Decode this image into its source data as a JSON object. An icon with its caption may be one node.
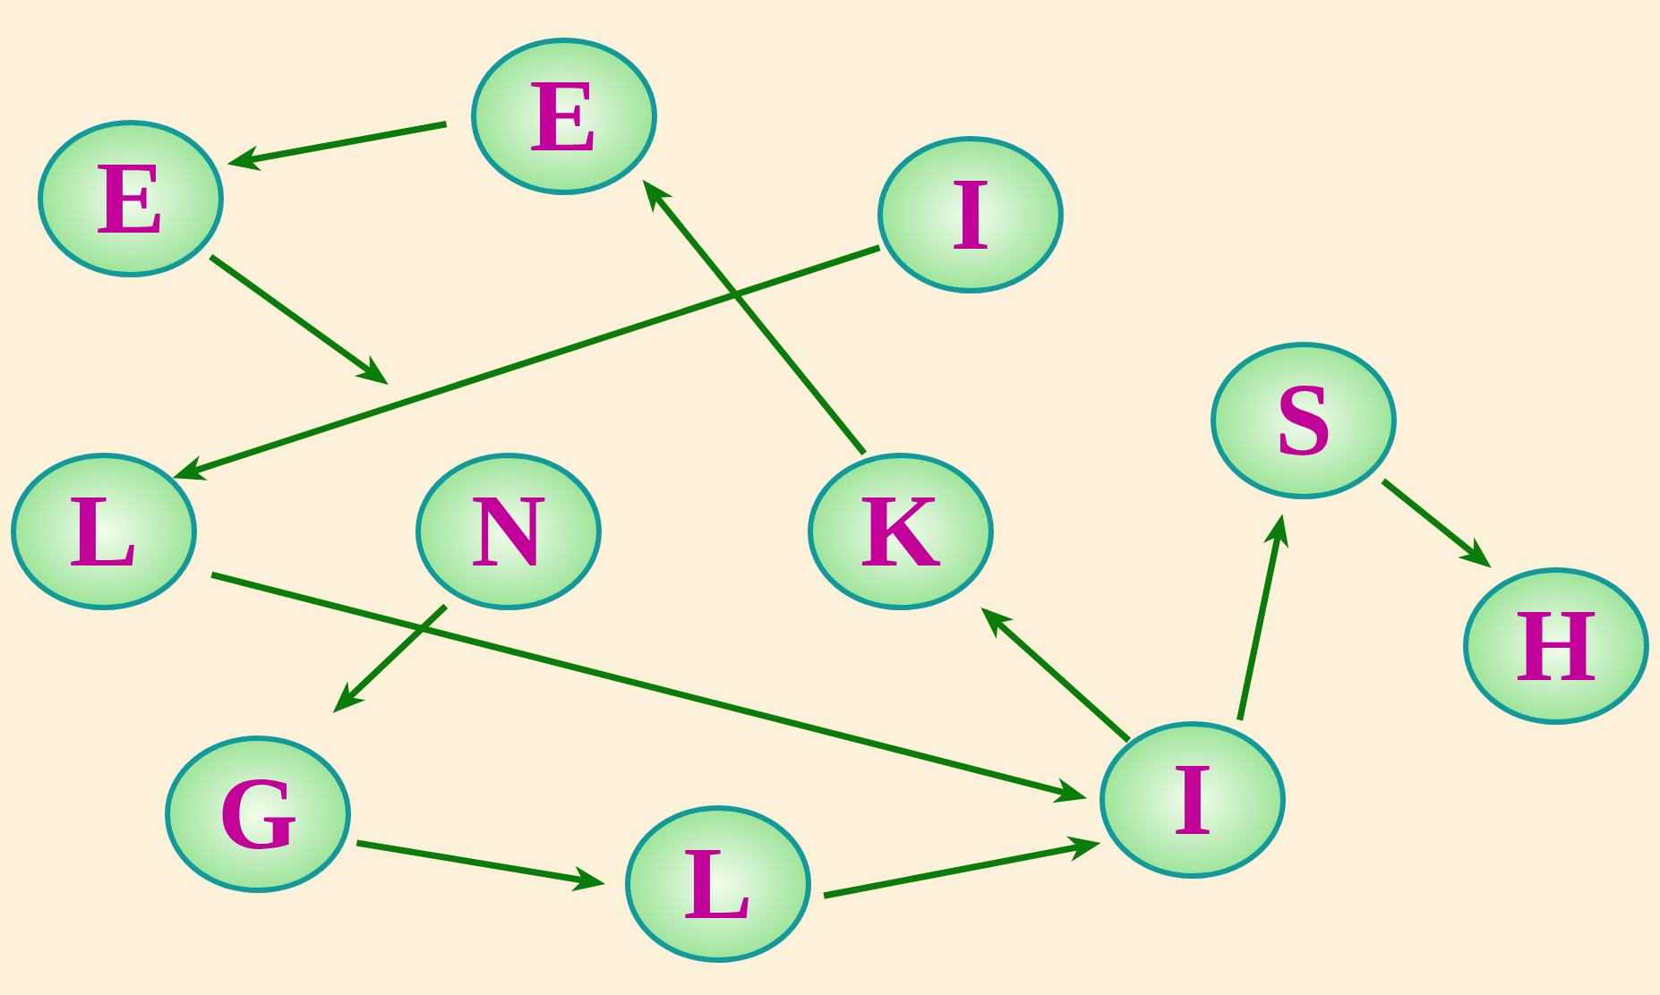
{
  "diagram": {
    "nodes": [
      {
        "text": [
          "E"
        ]
      },
      {
        "text": [
          "E"
        ]
      },
      {
        "text": [
          "I"
        ]
      },
      {
        "text": [
          "L"
        ]
      },
      {
        "text": [
          "N"
        ]
      },
      {
        "text": [
          "K"
        ]
      },
      {
        "text": [
          "S"
        ]
      },
      {
        "text": [
          "H"
        ]
      },
      {
        "text": [
          "G"
        ]
      },
      {
        "text": [
          "L"
        ]
      },
      {
        "text": [
          "I"
        ]
      }
    ],
    "edges": [
      {
        "from": 1,
        "to": 0,
        "arrow": "to"
      },
      {
        "from": 0,
        "to": null,
        "arrow": "to"
      },
      {
        "from": 2,
        "to": 3,
        "arrow": "to"
      },
      {
        "from": 5,
        "to": 1,
        "arrow": "to"
      },
      {
        "from": 3,
        "to": 10,
        "arrow": "to"
      },
      {
        "from": 4,
        "to": 8,
        "arrow": "to"
      },
      {
        "from": 8,
        "to": 9,
        "arrow": "to"
      },
      {
        "from": 9,
        "to": 10,
        "arrow": "to"
      },
      {
        "from": 10,
        "to": 5,
        "arrow": "to"
      },
      {
        "from": 10,
        "to": 6,
        "arrow": "to"
      },
      {
        "from": 6,
        "to": 7,
        "arrow": "to"
      }
    ]
  }
}
